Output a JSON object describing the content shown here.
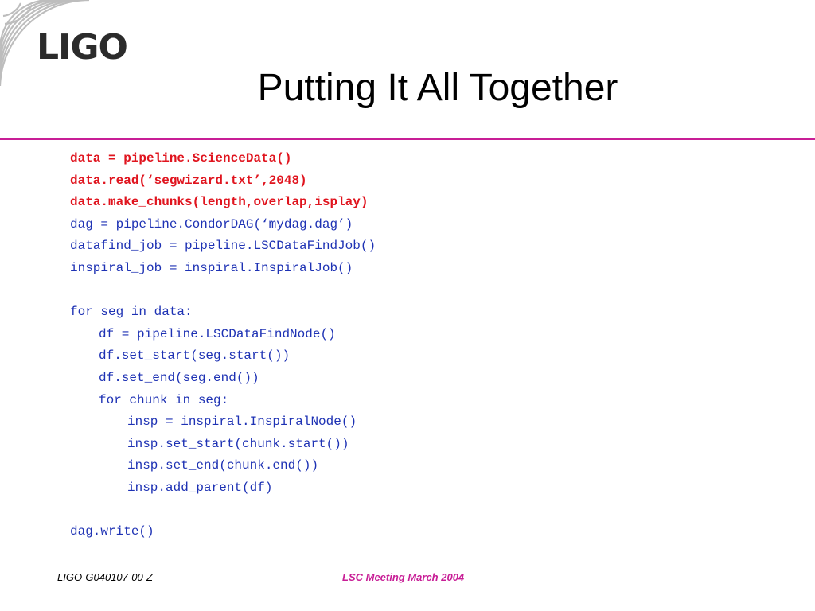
{
  "logo": {
    "text": "LIGO"
  },
  "title": "Putting It All Together",
  "colors": {
    "accent": "#c81e96",
    "code_red": "#e0141e",
    "code_blue": "#1e32b4"
  },
  "code": {
    "lines": [
      "data = pipeline.ScienceData()",
      "data.read(‘segwizard.txt’,2048)",
      "data.make_chunks(length,overlap,isplay)",
      "dag = pipeline.CondorDAG(‘mydag.dag’)",
      "datafind_job = pipeline.LSCDataFindJob()",
      "inspiral_job = inspiral.InspiralJob()",
      "",
      "for seg in data:",
      "df = pipeline.LSCDataFindNode()",
      "df.set_start(seg.start())",
      "df.set_end(seg.end())",
      "for chunk in seg:",
      "insp = inspiral.InspiralNode()",
      "insp.set_start(chunk.start())",
      "insp.set_end(chunk.end())",
      "insp.add_parent(df)",
      "",
      "dag.write()"
    ]
  },
  "footer": {
    "left": "LIGO-G040107-00-Z",
    "center": "LSC Meeting March 2004"
  }
}
